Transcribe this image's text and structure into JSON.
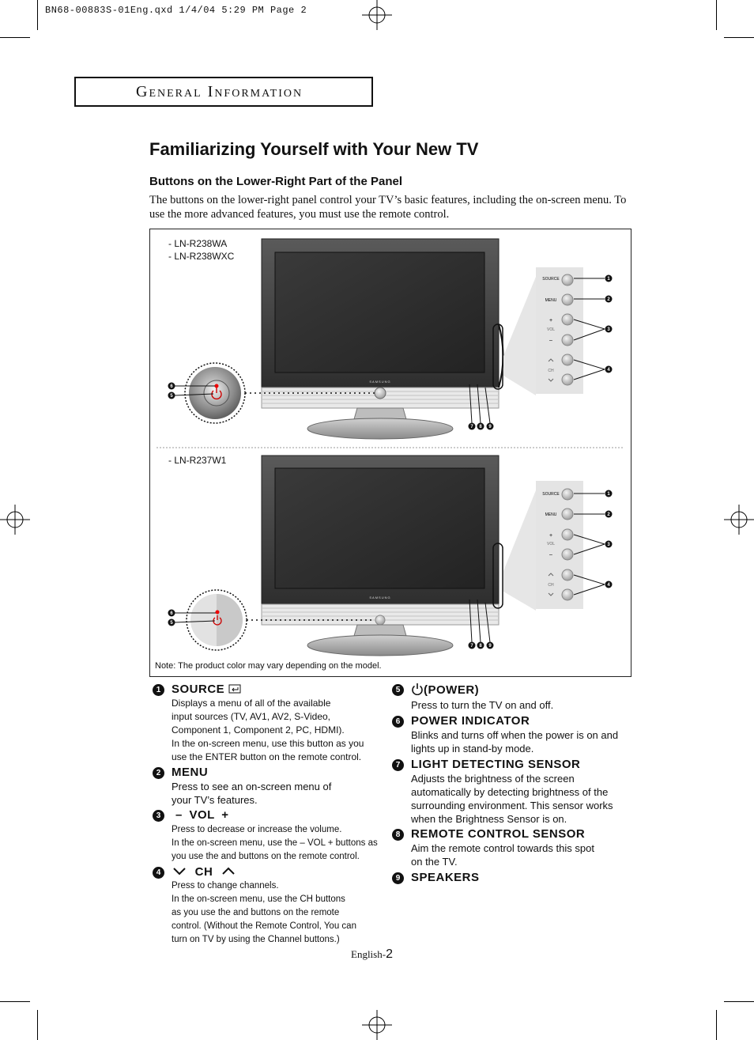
{
  "slug": "BN68-00883S-01Eng.qxd   1/4/04  5:29 PM   Page 2",
  "section": "General Information",
  "title": "Familiarizing Yourself with Your New TV",
  "subtitle": "Buttons on the Lower-Right Part of the Panel",
  "intro": "The buttons on the lower-right panel control your TV’s basic features, including the on-screen menu. To use the more advanced features, you must use the remote control.",
  "figure": {
    "models_top": [
      "- LN-R238WA",
      "- LN-R238WXC"
    ],
    "models_bottom": [
      "- LN-R237W1"
    ],
    "brand": "SAMSUNG",
    "panel_labels": {
      "source": "SOURCE",
      "menu": "MENU",
      "vol": "VOL",
      "ch": "CH",
      "plus": "+",
      "minus": "–"
    },
    "callouts": [
      "1",
      "2",
      "3",
      "4",
      "5",
      "6",
      "7",
      "8",
      "9"
    ],
    "note": "Note: The product color may vary depending on the model."
  },
  "items": [
    {
      "num": "1",
      "title": "SOURCE",
      "desc": [
        "Displays a menu of all of the available",
        "input sources (TV, AV1, AV2, S-Video,",
        "Component 1, Component 2, PC, HDMI).",
        "In the on-screen menu, use this button as you",
        "use the ENTER      button on the remote control."
      ]
    },
    {
      "num": "2",
      "title": "MENU",
      "desc": [
        "Press to see an on-screen menu of",
        "your TV’s features."
      ]
    },
    {
      "num": "3",
      "title": "–  VOL  +",
      "desc": [
        "Press to decrease or increase the volume.",
        "In the on-screen menu, use the –  VOL  + buttons as",
        "you use the      and      buttons on the remote control."
      ]
    },
    {
      "num": "4",
      "title": "CH",
      "desc": [
        "Press to change channels.",
        "In the on-screen menu, use the        CH      buttons",
        "as you use the      and      buttons on the remote",
        "control. (Without the Remote Control, You can",
        "turn on TV by using the Channel buttons.)"
      ]
    },
    {
      "num": "5",
      "title": "(POWER)",
      "desc": [
        "Press to turn the TV on and off."
      ]
    },
    {
      "num": "6",
      "title": "POWER INDICATOR",
      "desc": [
        "Blinks and turns off when the power is on and",
        "lights up in stand-by mode."
      ]
    },
    {
      "num": "7",
      "title": "LIGHT DETECTING SENSOR",
      "desc": [
        "Adjusts the brightness of the screen",
        "automatically by detecting brightness of the",
        "surrounding environment. This sensor works",
        "when the Brightness Sensor is on."
      ]
    },
    {
      "num": "8",
      "title": "REMOTE CONTROL SENSOR",
      "desc": [
        "Aim the remote control towards this spot",
        "on the TV."
      ]
    },
    {
      "num": "9",
      "title": "SPEAKERS",
      "desc": []
    }
  ],
  "footer": {
    "text": "English-",
    "page": "2"
  }
}
